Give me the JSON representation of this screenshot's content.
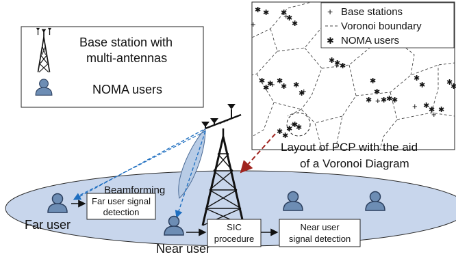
{
  "legend": {
    "base_station_label_line1": "Base station with",
    "base_station_label_line2": "multi-antennas",
    "noma_users_label": "NOMA users"
  },
  "inset": {
    "legend_base_stations": "Base stations",
    "legend_voronoi_boundary": "Voronoi boundary",
    "legend_noma_users": "NOMA users"
  },
  "annotation": {
    "line1": "Layout of PCP with the aid",
    "line2": "of a Voronoi Diagram"
  },
  "scene": {
    "beamforming_label": "Beamforming",
    "far_user_label": "Far user",
    "near_user_label": "Near user",
    "far_detection_line1": "Far user signal",
    "far_detection_line2": "detection",
    "sic_line1": "SIC",
    "sic_line2": "procedure",
    "near_detection_line1": "Near user",
    "near_detection_line2": "signal detection"
  },
  "colors": {
    "ellipse_fill": "#c8d6ec",
    "user_fill": "#6d8db4",
    "beam_line": "#1f6fc0",
    "annotation_arrow": "#a0241f",
    "base_station_marker": "#e0302a",
    "noma_marker": "#2a4fb0"
  },
  "icons": {
    "tower": "tower-icon",
    "user": "user-icon"
  }
}
